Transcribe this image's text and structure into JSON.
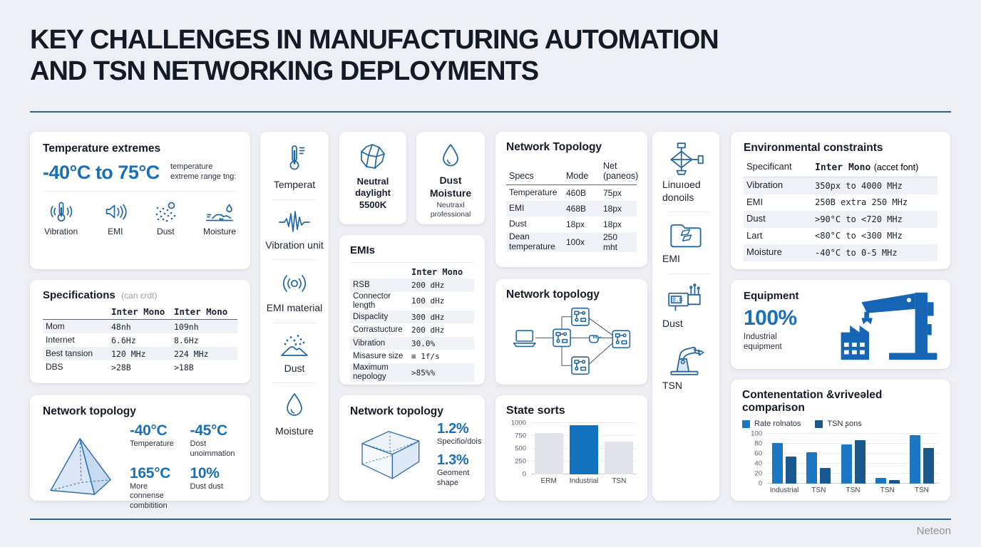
{
  "page": {
    "title_line1": "KEY CHALLENGES IN MANUFACTURING AUTOMATION",
    "title_line2": "AND TSN NETWORKING DEPLOYMENTS",
    "brand": "Neteon",
    "accent_blue": "#1a6fb5"
  },
  "cards": {
    "temperature_extremes": {
      "title": "Temperature extremes",
      "value": "-40°C to 75°C",
      "note": "temperature extreme range tng:",
      "icons": [
        {
          "icon": "vibration-icon",
          "label": "Vibration"
        },
        {
          "icon": "emi-speaker-icon",
          "label": "EMI"
        },
        {
          "icon": "dust-dots-icon",
          "label": "Dust"
        },
        {
          "icon": "moisture-terrain-icon",
          "label": "Moisture"
        }
      ]
    },
    "specifications": {
      "title": "Specifications",
      "title_note": "(can ɛrdt)",
      "col_headers": [
        "Inter Mono",
        "Inter Mono"
      ],
      "rows": [
        {
          "label": "Mom",
          "v1": "48nh",
          "v2": "109nh"
        },
        {
          "label": "Internet",
          "v1": "6.6Hz",
          "v2": "8.6Hz"
        },
        {
          "label": "Best tansion",
          "v1": "120 MHz",
          "v2": "224 MHz"
        },
        {
          "label": "DBS",
          "v1": ">28B",
          "v2": ">18B"
        }
      ]
    },
    "network_topology_stats": {
      "title": "Network topology",
      "stats": [
        {
          "value": "-40°C",
          "label": "Temperature"
        },
        {
          "value": "-45°C",
          "label": "Dost unoimmation"
        },
        {
          "value": "165°C",
          "label": "More connense combitition"
        },
        {
          "value": "10%",
          "label": "Dust dust"
        }
      ]
    },
    "icon_strip_left": {
      "items": [
        {
          "icon": "thermometer-icon",
          "label": "Temperat"
        },
        {
          "icon": "waveform-icon",
          "label": "Vibration unit"
        },
        {
          "icon": "emi-rings-icon",
          "label": "EMI material"
        },
        {
          "icon": "dust-pile-icon",
          "label": "Dust"
        },
        {
          "icon": "droplet-icon",
          "label": "Moisture"
        }
      ]
    },
    "neutral_daylight": {
      "label": "Neutral daylight 5500K"
    },
    "dust_moisture": {
      "label": "Dust Moisture",
      "note": "Neutraxl professional"
    },
    "emis": {
      "title": "EMIs",
      "col_header": "Inter Mono",
      "rows": [
        {
          "label": "RSB",
          "value": "200 dHz"
        },
        {
          "label": "Connector length",
          "value": "100 dHz"
        },
        {
          "label": "Dispaclity",
          "value": "300 dHz"
        },
        {
          "label": "Corrastucture",
          "value": "200 dHz"
        },
        {
          "label": "Vibration",
          "value": "30.0%"
        },
        {
          "label": "Misasure size",
          "value": "≡ 1f/s"
        },
        {
          "label": "Maximum nepology",
          "value": ">85%%"
        }
      ]
    },
    "network_topology_shape": {
      "title": "Network topology",
      "stats": [
        {
          "value": "1.2%",
          "label": "Specifio/dois"
        },
        {
          "value": "1.3%",
          "label": "Geoment shape"
        }
      ]
    },
    "network_topology_table": {
      "title": "Network Topology",
      "col_headers": [
        "Specs",
        "Mode",
        "Net (paneos)"
      ],
      "rows": [
        {
          "label": "Temperature",
          "v1": "460B",
          "v2": "75px"
        },
        {
          "label": "EMI",
          "v1": "468B",
          "v2": "18px"
        },
        {
          "label": "Dust",
          "v1": "18px",
          "v2": "18px"
        },
        {
          "label": "Dean temperature",
          "v1": "100x",
          "v2": "250 mht"
        }
      ]
    },
    "network_topology_diagram": {
      "title": "Network topology"
    },
    "icon_strip_right": {
      "items": [
        {
          "icon": "drone-network-icon",
          "label": "Linuıoed donoils"
        },
        {
          "icon": "folder-icon",
          "label": "EMI"
        },
        {
          "icon": "circuit-board-icon",
          "label": "Dust"
        },
        {
          "icon": "robot-arm-icon",
          "label": "TSN"
        }
      ]
    },
    "environmental_constraints": {
      "title": "Environmental constraints",
      "header_label": "Specificant",
      "header_value": "Inter Mono",
      "header_note": "(accet font)",
      "rows": [
        {
          "label": "Vibration",
          "value": "350px to 4000 MHz"
        },
        {
          "label": "EMI",
          "value": "250B extra 250 MHz"
        },
        {
          "label": "Dust",
          "value": ">90°C to <720 MHz"
        },
        {
          "label": "Lart",
          "value": "<80°C to <300 MHz"
        },
        {
          "label": "Moisture",
          "value": "-40°C to 0-5 MHz"
        }
      ]
    },
    "equipment": {
      "title": "Equipment",
      "value": "100%",
      "label": "Industrial equipment"
    }
  },
  "chart_data": [
    {
      "id": "state_sorts",
      "type": "bar",
      "title": "State sorts",
      "categories": [
        "ERM",
        "Industrial",
        "TSN"
      ],
      "values": [
        810,
        960,
        640
      ],
      "bar_colors": [
        "#e0e4ea",
        "#1173c0",
        "#e0e4ea"
      ],
      "xlabel": "",
      "ylabel": "",
      "ylim": [
        0,
        1000
      ],
      "yticks": [
        0,
        250,
        500,
        750,
        1000
      ],
      "grid": true,
      "legend": "none"
    },
    {
      "id": "comparison",
      "type": "bar",
      "title": "Contenentation &vriveəled comparison",
      "categories": [
        "Industrial",
        "TSN",
        "TSN",
        "TSN",
        "TSN"
      ],
      "series": [
        {
          "name": "Rate rolnatos",
          "color": "#1b77c4",
          "values": [
            81,
            63,
            79,
            12,
            97
          ]
        },
        {
          "name": "TSN ʂons",
          "color": "#16588f",
          "values": [
            54,
            31,
            87,
            7,
            71
          ]
        }
      ],
      "xlabel": "",
      "ylabel": "",
      "ylim": [
        0,
        100
      ],
      "yticks": [
        0,
        20,
        40,
        60,
        80,
        100
      ],
      "grid": true,
      "legend": "top-left"
    }
  ]
}
